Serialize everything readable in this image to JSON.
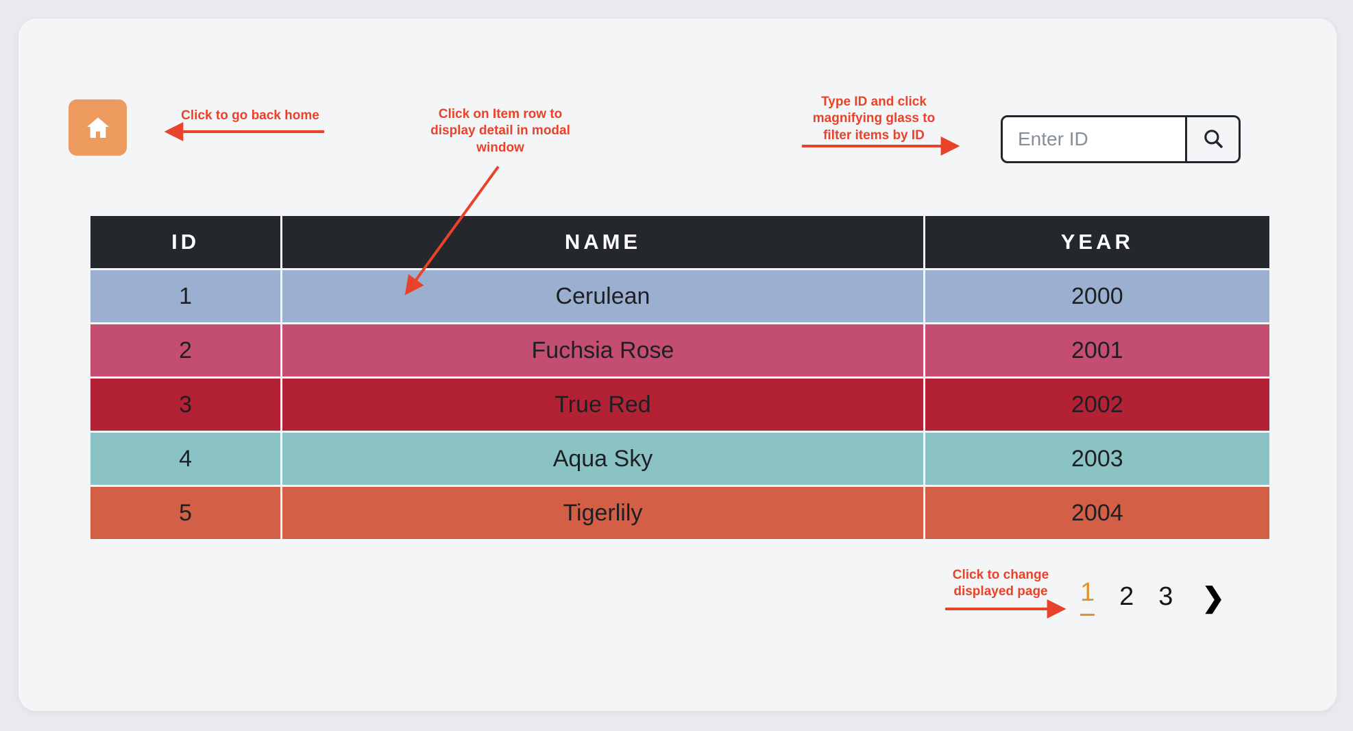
{
  "app": {
    "background_color": "#e9eaee",
    "card_color": "#f4f5f7"
  },
  "toolbar": {
    "home_button": {
      "icon": "home-icon",
      "color": "#ec9a5e",
      "label": ""
    },
    "search": {
      "placeholder": "Enter ID",
      "value": "",
      "button_icon": "search-icon"
    }
  },
  "table": {
    "columns": [
      "ID",
      "NAME",
      "YEAR"
    ],
    "header_background": "#24272c",
    "rows": [
      {
        "id": "1",
        "name": "Cerulean",
        "year": "2000",
        "color": "#9bb0d0"
      },
      {
        "id": "2",
        "name": "Fuchsia Rose",
        "year": "2001",
        "color": "#c34e72"
      },
      {
        "id": "3",
        "name": "True Red",
        "year": "2002",
        "color": "#b32234"
      },
      {
        "id": "4",
        "name": "Aqua Sky",
        "year": "2003",
        "color": "#8bc3c4"
      },
      {
        "id": "5",
        "name": "Tigerlily",
        "year": "2004",
        "color": "#d35f46"
      }
    ]
  },
  "pagination": {
    "pages": [
      "1",
      "2",
      "3"
    ],
    "active_page": "1",
    "active_color": "#e2912f",
    "next_icon": "chevron-right-icon",
    "next_label": "❯"
  },
  "annotations": {
    "color": "#e8432a",
    "home": "Click to go back home",
    "row_click": "Click on Item row to display detail in modal window",
    "search": "Type ID and click magnifying glass to filter items by ID",
    "pagination": "Click to change displayed page"
  }
}
